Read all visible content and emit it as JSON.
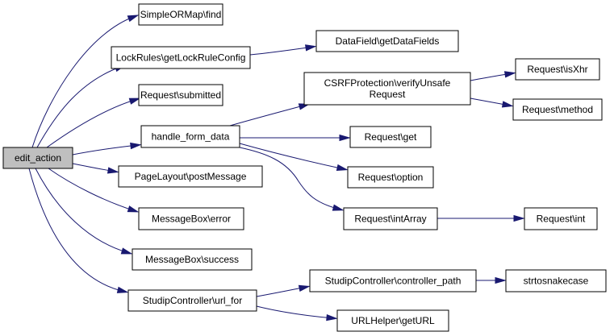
{
  "graph": {
    "colors": {
      "edge": "#191970",
      "root_fill": "#bfbfbf",
      "node_fill": "#ffffff",
      "node_border": "#000000"
    },
    "nodes": [
      {
        "id": "edit_action",
        "lines": [
          "edit_action"
        ],
        "root": true
      },
      {
        "id": "simpleormap_find",
        "lines": [
          "SimpleORMap\\find"
        ]
      },
      {
        "id": "lockrules_getlockruleconfig",
        "lines": [
          "LockRules\\getLockRuleConfig"
        ]
      },
      {
        "id": "datafield_getdatafields",
        "lines": [
          "DataField\\getDataFields"
        ]
      },
      {
        "id": "request_submitted",
        "lines": [
          "Request\\submitted"
        ]
      },
      {
        "id": "handle_form_data",
        "lines": [
          "handle_form_data"
        ]
      },
      {
        "id": "csrfprotection_verifyunsaferequest",
        "lines": [
          "CSRFProtection\\verifyUnsafe",
          "Request"
        ]
      },
      {
        "id": "request_isxhr",
        "lines": [
          "Request\\isXhr"
        ]
      },
      {
        "id": "request_method",
        "lines": [
          "Request\\method"
        ]
      },
      {
        "id": "request_get",
        "lines": [
          "Request\\get"
        ]
      },
      {
        "id": "request_option",
        "lines": [
          "Request\\option"
        ]
      },
      {
        "id": "request_intarray",
        "lines": [
          "Request\\intArray"
        ]
      },
      {
        "id": "request_int",
        "lines": [
          "Request\\int"
        ]
      },
      {
        "id": "pagelayout_postmessage",
        "lines": [
          "PageLayout\\postMessage"
        ]
      },
      {
        "id": "messagebox_error",
        "lines": [
          "MessageBox\\error"
        ]
      },
      {
        "id": "messagebox_success",
        "lines": [
          "MessageBox\\success"
        ]
      },
      {
        "id": "studipcontroller_url_for",
        "lines": [
          "StudipController\\url_for"
        ]
      },
      {
        "id": "studipcontroller_controller_path",
        "lines": [
          "StudipController\\controller_path"
        ]
      },
      {
        "id": "strtosnakecase",
        "lines": [
          "strtosnakecase"
        ]
      },
      {
        "id": "urlhelper_geturl",
        "lines": [
          "URLHelper\\getURL"
        ]
      }
    ],
    "edges": [
      {
        "from": "edit_action",
        "to": "simpleormap_find"
      },
      {
        "from": "edit_action",
        "to": "lockrules_getlockruleconfig"
      },
      {
        "from": "edit_action",
        "to": "request_submitted"
      },
      {
        "from": "edit_action",
        "to": "handle_form_data"
      },
      {
        "from": "edit_action",
        "to": "pagelayout_postmessage"
      },
      {
        "from": "edit_action",
        "to": "messagebox_error"
      },
      {
        "from": "edit_action",
        "to": "messagebox_success"
      },
      {
        "from": "edit_action",
        "to": "studipcontroller_url_for"
      },
      {
        "from": "lockrules_getlockruleconfig",
        "to": "datafield_getdatafields"
      },
      {
        "from": "handle_form_data",
        "to": "csrfprotection_verifyunsaferequest"
      },
      {
        "from": "handle_form_data",
        "to": "request_get"
      },
      {
        "from": "handle_form_data",
        "to": "request_option"
      },
      {
        "from": "handle_form_data",
        "to": "request_intarray"
      },
      {
        "from": "csrfprotection_verifyunsaferequest",
        "to": "request_isxhr"
      },
      {
        "from": "csrfprotection_verifyunsaferequest",
        "to": "request_method"
      },
      {
        "from": "request_intarray",
        "to": "request_int"
      },
      {
        "from": "studipcontroller_url_for",
        "to": "studipcontroller_controller_path"
      },
      {
        "from": "studipcontroller_url_for",
        "to": "urlhelper_geturl"
      },
      {
        "from": "studipcontroller_controller_path",
        "to": "strtosnakecase"
      }
    ]
  }
}
